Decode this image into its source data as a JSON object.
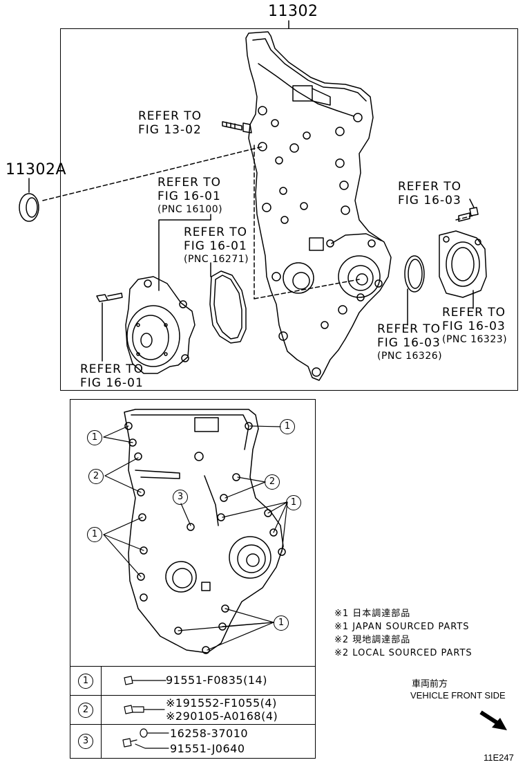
{
  "main_part_number": "11302",
  "oil_seal_part_number": "11302A",
  "refs": {
    "bolt_stud": {
      "line1": "REFER TO",
      "line2": "FIG 13-02"
    },
    "water_pump_outlet": {
      "line1": "REFER TO",
      "line2": "FIG 16-01",
      "pnc": "(PNC 16100)"
    },
    "water_pump_gasket": {
      "line1": "REFER TO",
      "line2": "FIG 16-01",
      "pnc": "(PNC 16271)"
    },
    "water_pump_bolt": {
      "line1": "REFER TO",
      "line2": "FIG 16-01"
    },
    "inlet_bolt": {
      "line1": "REFER TO",
      "line2": "FIG 16-03"
    },
    "inlet_housing": {
      "line1": "REFER TO",
      "line2": "FIG 16-03",
      "pnc": "(PNC 16323)"
    },
    "o_ring": {
      "line1": "REFER TO",
      "line2": "FIG 16-03",
      "pnc": "(PNC 16326)"
    }
  },
  "callouts": {
    "one": "1",
    "two": "2",
    "three": "3"
  },
  "notes": [
    "※1 日本調達部品",
    "※1 JAPAN SOURCED PARTS",
    "※2 現地調達部品",
    "※2 LOCAL SOURCED PARTS"
  ],
  "parts_table": [
    {
      "key": "1",
      "lines": [
        "91551-F0835(14)"
      ]
    },
    {
      "key": "2",
      "lines": [
        "※191552-F1055(4)",
        "※290105-A0168(4)"
      ]
    },
    {
      "key": "3",
      "lines": [
        "16258-37010",
        "91551-J0640"
      ]
    }
  ],
  "front_side": {
    "jp": "車両前方",
    "en": "VEHICLE FRONT SIDE"
  },
  "figure_code": "11E247"
}
